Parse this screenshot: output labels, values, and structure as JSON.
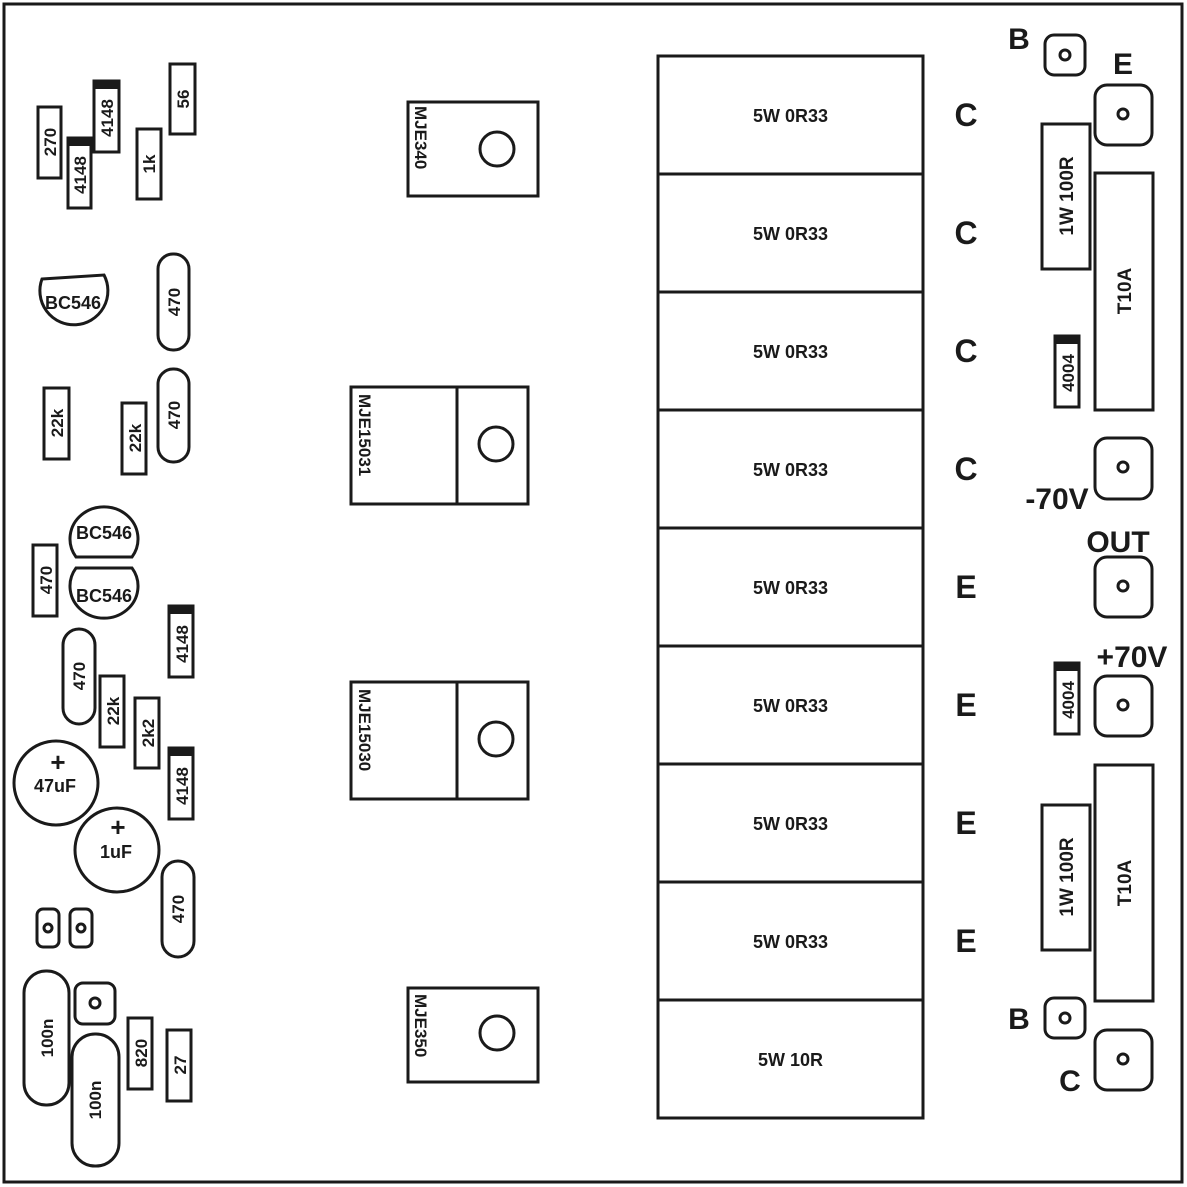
{
  "colors": {
    "ink": "#1a1a1a",
    "board": "#ffffff"
  },
  "resistors_left": {
    "r270": "270",
    "r4148a": "4148",
    "r4148b": "4148",
    "r1k": "1k",
    "r56": "56",
    "r470a": "470",
    "r470b": "470",
    "r22ka": "22k",
    "r22kb": "22k",
    "r470c": "470",
    "r470d": "470",
    "r22kc": "22k",
    "r2k2": "2k2",
    "r4148c": "4148",
    "r4148d": "4148",
    "r470e": "470",
    "r820": "820",
    "r27": "27"
  },
  "transistors_small": {
    "q1": "BC546",
    "q2": "BC546",
    "q3": "BC546"
  },
  "capacitors": {
    "c1": "47uF",
    "c2": "1uF",
    "c3": "100n",
    "c4": "100n",
    "plus": "+"
  },
  "power_transistors": {
    "t1": "MJE340",
    "t2": "MJE15031",
    "t3": "MJE15030",
    "t4": "MJE350"
  },
  "power_resistors": [
    "5W 0R33",
    "5W 0R33",
    "5W 0R33",
    "5W 0R33",
    "5W 0R33",
    "5W 0R33",
    "5W 0R33",
    "5W 0R33",
    "5W 10R"
  ],
  "pin_letters": [
    "C",
    "C",
    "C",
    "C",
    "E",
    "E",
    "E",
    "E"
  ],
  "right_side": {
    "b_top": "B",
    "e_top": "E",
    "res_top": "1W 100R",
    "fuse_top": "T10A",
    "diode_top": "4004",
    "minus70": "-70V",
    "out": "OUT",
    "plus70": "+70V",
    "diode_bottom": "4004",
    "res_bottom": "1W 100R",
    "fuse_bottom": "T10A",
    "b_bottom": "B",
    "c_bottom": "C"
  }
}
